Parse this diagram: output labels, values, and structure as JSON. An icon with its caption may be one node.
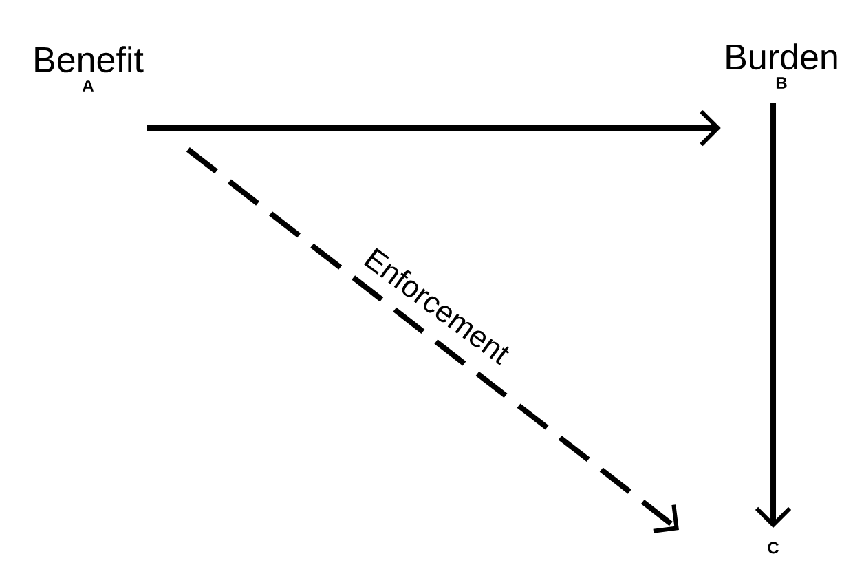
{
  "diagram": {
    "nodes": [
      {
        "text": [
          "Benefit",
          "A"
        ]
      },
      {
        "text": [
          "Burden",
          "B"
        ]
      },
      {
        "text": [
          "C"
        ]
      }
    ],
    "edges": [
      {
        "from": 0,
        "to": 1,
        "arrow": "to"
      },
      {
        "from": 1,
        "to": 2,
        "arrow": "to"
      },
      {
        "from": 0,
        "to": 2,
        "arrow": "to",
        "style": "dashed",
        "label": "Enforcement"
      }
    ]
  }
}
